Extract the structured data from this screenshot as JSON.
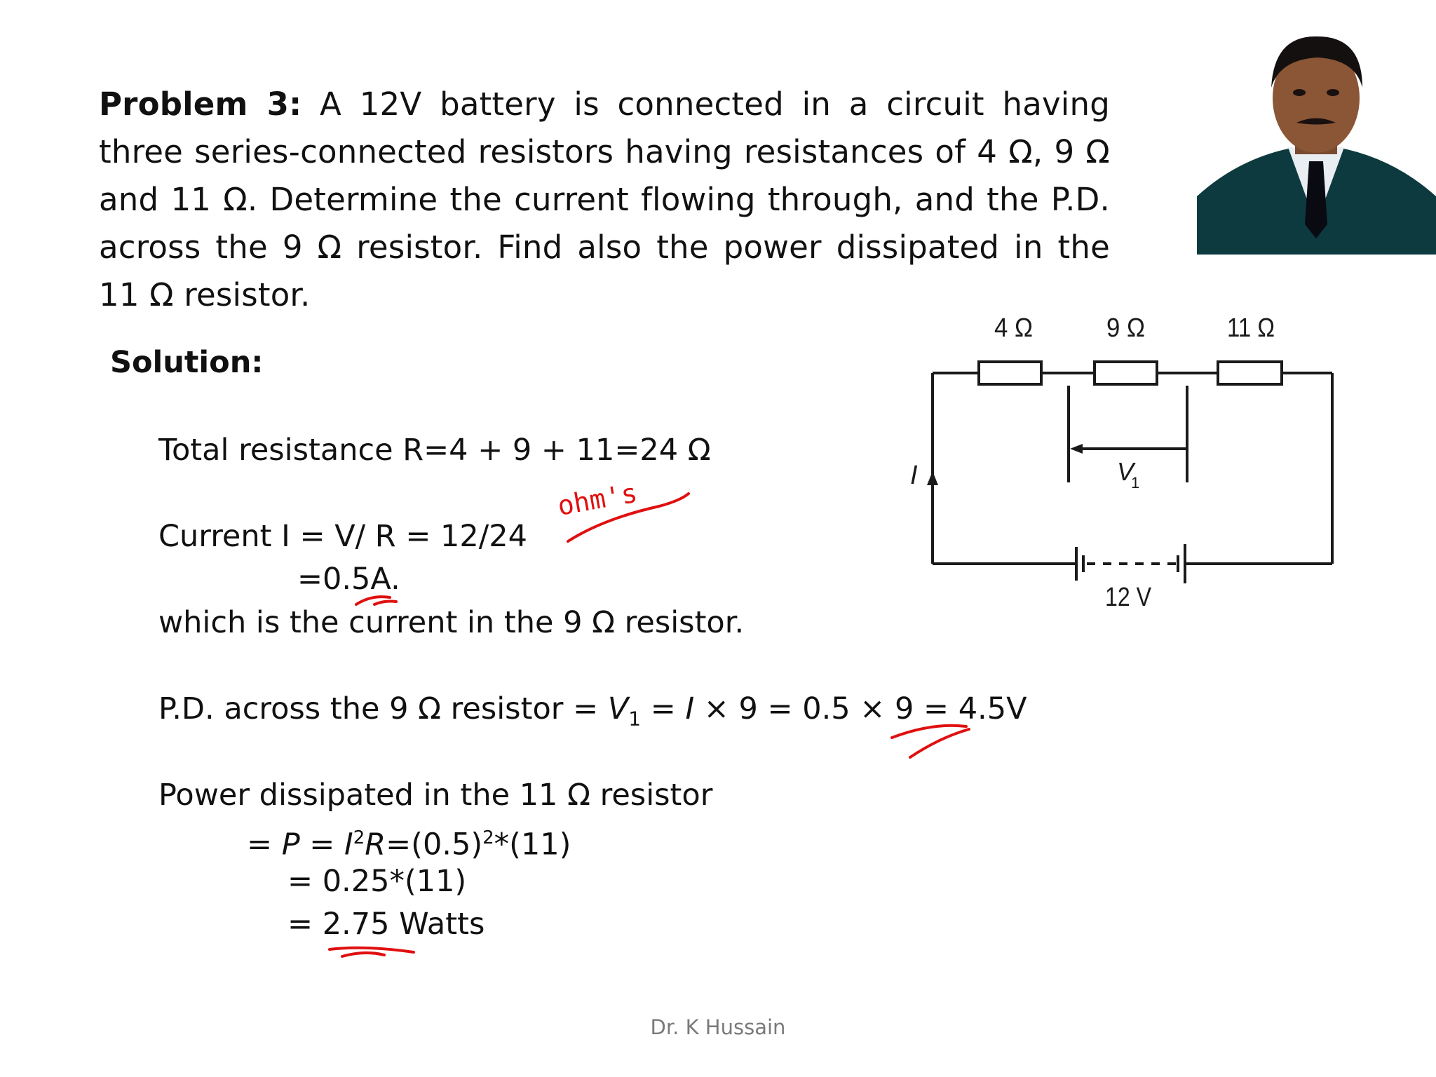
{
  "problem": {
    "label": "Problem 3:",
    "text": "A 12V battery is connected in a circuit having three series-connected resistors having resistances of 4 Ω, 9 Ω and 11 Ω. Determine the current flowing through, and the P.D. across the 9 Ω resistor. Find also the power dissipated in the 11 Ω resistor."
  },
  "solution": {
    "heading": "Solution:",
    "total_resistance": "Total resistance R=4 + 9 + 11=24 Ω",
    "current_line": "Current I = V/ R = 12/24",
    "current_result": "=0.5A.",
    "current_note": "which is the current in the 9 Ω resistor.",
    "pd_prefix": "P.D. across the 9 Ω resistor = ",
    "pd_v": "V",
    "pd_v_sub": "1",
    "pd_eq1": " = ",
    "pd_i": "I",
    "pd_rest": " × 9 = 0.5 × 9 = 4.5V",
    "power_line": "Power dissipated in the 11 Ω resistor",
    "power_eq_prefix": "= ",
    "power_p": "P",
    "power_eq_mid": " = ",
    "power_i": "I",
    "power_i_sup": "2",
    "power_r": "R",
    "power_eq_tail": "=(0.5)",
    "power_eq_tail_sup": "2",
    "power_eq_end": "*(11)",
    "power_step2": "= 0.25*(11)",
    "power_step3": "= 2.75 Watts"
  },
  "annotation": {
    "handwritten": "ohm's",
    "ink_color": "#e01010"
  },
  "circuit": {
    "r1": "4 Ω",
    "r2": "9 Ω",
    "r3": "11 Ω",
    "current_label": "I",
    "v1_label": "V",
    "v1_sub": "1",
    "battery_label": "12 V"
  },
  "footer": "Dr. K Hussain"
}
